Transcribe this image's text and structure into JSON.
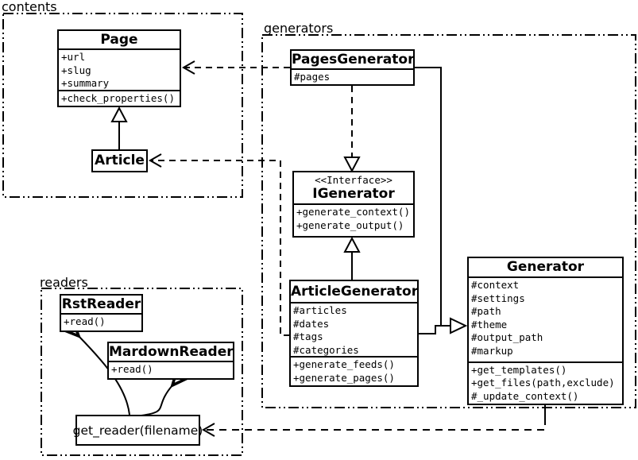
{
  "diagram_type": "uml-class-diagram",
  "colors": {
    "line": "#000000",
    "background": "#ffffff",
    "box_fill": "#ffffff"
  },
  "packages": {
    "contents": {
      "label": "contents"
    },
    "generators": {
      "label": "generators"
    },
    "readers": {
      "label": "readers"
    }
  },
  "classes": {
    "page": {
      "title": "Page",
      "attributes": [
        "+url",
        "+slug",
        "+summary"
      ],
      "methods": [
        "+check_properties()"
      ]
    },
    "article": {
      "title": "Article"
    },
    "pages_generator": {
      "title": "PagesGenerator",
      "attributes": [
        "#pages"
      ]
    },
    "igenerator": {
      "stereotype": "<<Interface>>",
      "title": "IGenerator",
      "methods": [
        "+generate_context()",
        "+generate_output()"
      ]
    },
    "article_generator": {
      "title": "ArticleGenerator",
      "attributes": [
        "#articles",
        "#dates",
        "#tags",
        "#categories"
      ],
      "methods": [
        "+generate_feeds()",
        "+generate_pages()"
      ]
    },
    "generator": {
      "title": "Generator",
      "attributes": [
        "#context",
        "#settings",
        "#path",
        "#theme",
        "#output_path",
        "#markup"
      ],
      "methods": [
        "+get_templates()",
        "+get_files(path,exclude)",
        "#_update_context()"
      ]
    },
    "rst_reader": {
      "title": "RstReader",
      "methods": [
        "+read()"
      ]
    },
    "mardown_reader": {
      "title": "MardownReader",
      "methods": [
        "+read()"
      ]
    },
    "get_reader": {
      "label": "get_reader(filename)"
    }
  },
  "relationships": [
    {
      "from": "Article",
      "to": "Page",
      "type": "generalization"
    },
    {
      "from": "PagesGenerator",
      "to": "IGenerator",
      "type": "realization"
    },
    {
      "from": "ArticleGenerator",
      "to": "IGenerator",
      "type": "generalization"
    },
    {
      "from": "PagesGenerator",
      "to": "Generator",
      "type": "generalization"
    },
    {
      "from": "ArticleGenerator",
      "to": "Generator",
      "type": "generalization"
    },
    {
      "from": "PagesGenerator",
      "to": "Page",
      "type": "dependency"
    },
    {
      "from": "ArticleGenerator",
      "to": "Article",
      "type": "dependency"
    },
    {
      "from": "Generator",
      "to": "get_reader(filename)",
      "type": "dependency"
    },
    {
      "from": "get_reader(filename)",
      "to": "RstReader",
      "type": "dependency"
    },
    {
      "from": "get_reader(filename)",
      "to": "MardownReader",
      "type": "dependency"
    }
  ]
}
